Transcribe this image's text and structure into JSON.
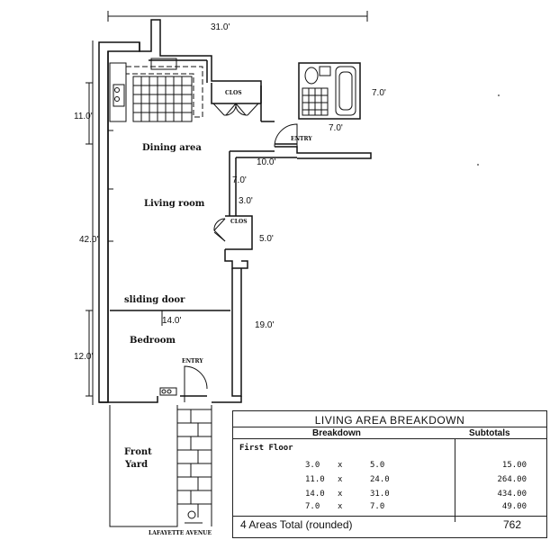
{
  "dimensions": {
    "top_width": "31.0'",
    "kitchen_height": "11.0'",
    "bath_right": "7.0'",
    "bath_bottom": "7.0'",
    "entry_wall": "10.0'",
    "hall_short": "7.0'",
    "clos_w": "3.0'",
    "clos_h": "5.0'",
    "overall_height": "42.0'",
    "bedroom_width": "14.0'",
    "bedroom_right": "19.0'",
    "bedroom_height": "12.0'"
  },
  "labels": {
    "clos_upper": "CLOS",
    "clos_lower": "CLOS",
    "entry_upper": "ENTRY",
    "entry_lower": "ENTRY",
    "dining": "Dining area",
    "living": "Living room",
    "sliding_door": "sliding door",
    "bedroom": "Bedroom",
    "front": "Front",
    "yard": "Yard",
    "street": "LAFAYETTE AVENUE"
  },
  "breakdown": {
    "title": "LIVING AREA BREAKDOWN",
    "col_breakdown": "Breakdown",
    "col_subtotals": "Subtotals",
    "floor": "First Floor",
    "rows": [
      {
        "a": "3.0",
        "x": "x",
        "b": "5.0",
        "subtotal": "15.00"
      },
      {
        "a": "11.0",
        "x": "x",
        "b": "24.0",
        "subtotal": "264.00"
      },
      {
        "a": "14.0",
        "x": "x",
        "b": "31.0",
        "subtotal": "434.00"
      },
      {
        "a": "7.0",
        "x": "x",
        "b": "7.0",
        "subtotal": "49.00"
      }
    ],
    "total_label": "4 Areas Total (rounded)",
    "total_value": "762"
  }
}
